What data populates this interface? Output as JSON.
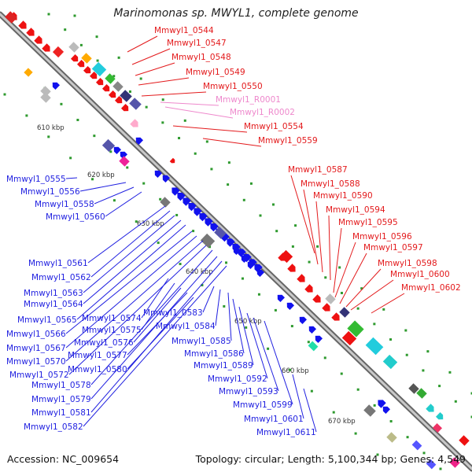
{
  "title": "Marinomonas sp. MWYL1, complete genome",
  "accession": "Accession: NC_009654",
  "stats": "Topology: circular; Length: 5,100,344 bp; Genes: 4,549",
  "colors": {
    "top_labels": "#e31a1c",
    "rna_labels": "#ee88cc",
    "bottom_labels": "#1f1fe0",
    "backbone": "#999999"
  },
  "kbp_ticks": [
    "610 kbp",
    "620 kbp",
    "630 kbp",
    "640 kbp",
    "650 kbp",
    "660 kbp",
    "670 kbp"
  ],
  "upper_labels": [
    {
      "text": "Mmwyl1_0544",
      "color": "#e31a1c"
    },
    {
      "text": "Mmwyl1_0547",
      "color": "#e31a1c"
    },
    {
      "text": "Mmwyl1_0548",
      "color": "#e31a1c"
    },
    {
      "text": "Mmwyl1_0549",
      "color": "#e31a1c"
    },
    {
      "text": "Mmwyl1_0550",
      "color": "#e31a1c"
    },
    {
      "text": "Mmwyl1_R0001",
      "color": "#ee88cc"
    },
    {
      "text": "Mmwyl1_R0002",
      "color": "#ee88cc"
    },
    {
      "text": "Mmwyl1_0554",
      "color": "#e31a1c"
    },
    {
      "text": "Mmwyl1_0559",
      "color": "#e31a1c"
    },
    {
      "text": "Mmwyl1_0587",
      "color": "#e31a1c"
    },
    {
      "text": "Mmwyl1_0588",
      "color": "#e31a1c"
    },
    {
      "text": "Mmwyl1_0590",
      "color": "#e31a1c"
    },
    {
      "text": "Mmwyl1_0594",
      "color": "#e31a1c"
    },
    {
      "text": "Mmwyl1_0595",
      "color": "#e31a1c"
    },
    {
      "text": "Mmwyl1_0596",
      "color": "#e31a1c"
    },
    {
      "text": "Mmwyl1_0597",
      "color": "#e31a1c"
    },
    {
      "text": "Mmwyl1_0598",
      "color": "#e31a1c"
    },
    {
      "text": "Mmwyl1_0600",
      "color": "#e31a1c"
    },
    {
      "text": "Mmwyl1_0602",
      "color": "#e31a1c"
    }
  ],
  "lower_labels": [
    {
      "text": "Mmwyl1_0555"
    },
    {
      "text": "Mmwyl1_0556"
    },
    {
      "text": "Mmwyl1_0558"
    },
    {
      "text": "Mmwyl1_0560"
    },
    {
      "text": "Mmwyl1_0561"
    },
    {
      "text": "Mmwyl1_0562"
    },
    {
      "text": "Mmwyl1_0563"
    },
    {
      "text": "Mmwyl1_0564"
    },
    {
      "text": "Mmwyl1_0565"
    },
    {
      "text": "Mmwyl1_0566"
    },
    {
      "text": "Mmwyl1_0567"
    },
    {
      "text": "Mmwyl1_0570"
    },
    {
      "text": "Mmwyl1_0572"
    },
    {
      "text": "Mmwyl1_0578"
    },
    {
      "text": "Mmwyl1_0579"
    },
    {
      "text": "Mmwyl1_0581"
    },
    {
      "text": "Mmwyl1_0582"
    },
    {
      "text": "Mmwyl1_0574"
    },
    {
      "text": "Mmwyl1_0575"
    },
    {
      "text": "Mmwyl1_0576"
    },
    {
      "text": "Mmwyl1_0577"
    },
    {
      "text": "Mmwyl1_0580"
    },
    {
      "text": "Mmwyl1_0583"
    },
    {
      "text": "Mmwyl1_0584"
    },
    {
      "text": "Mmwyl1_0585"
    },
    {
      "text": "Mmwyl1_0586"
    },
    {
      "text": "Mmwyl1_0589"
    },
    {
      "text": "Mmwyl1_0592"
    },
    {
      "text": "Mmwyl1_0593"
    },
    {
      "text": "Mmwyl1_0599"
    },
    {
      "text": "Mmwyl1_0601"
    },
    {
      "text": "Mmwyl1_0611"
    }
  ]
}
